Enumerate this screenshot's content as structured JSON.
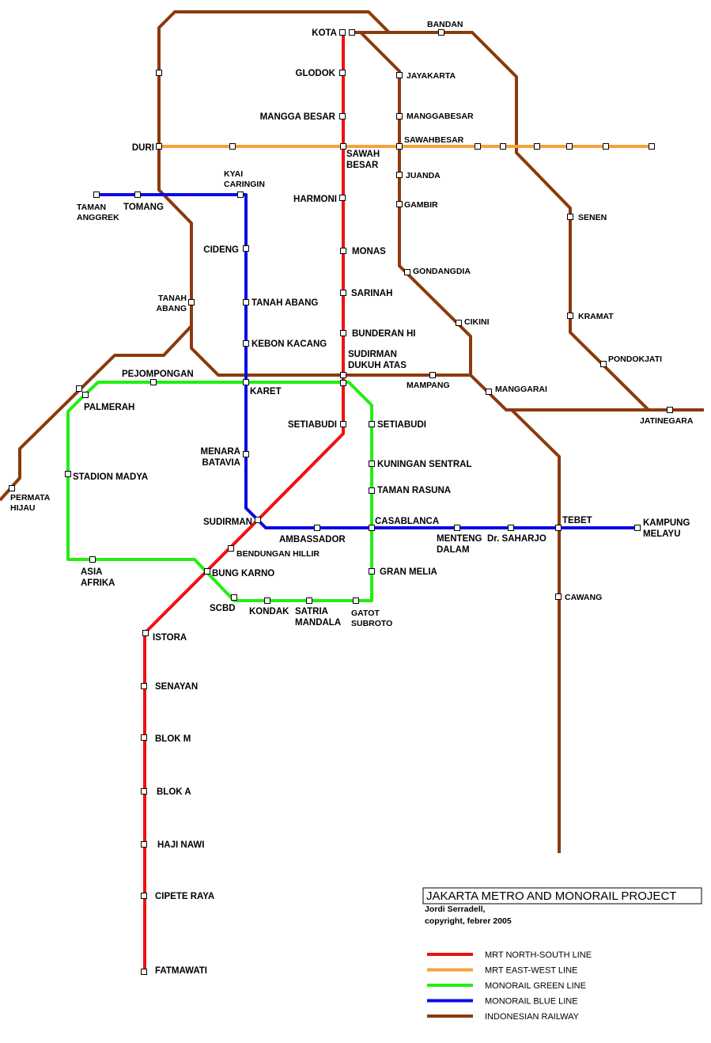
{
  "title": "JAKARTA METRO AND MONORAIL PROJECT",
  "credit_lines": [
    "Jordi Serradell,",
    "copyright, febrer 2005"
  ],
  "colors": {
    "mrt_ns": "#ee1111",
    "mrt_ew": "#f7a23a",
    "mono_green": "#22ee11",
    "mono_blue": "#0a0ae6",
    "railway": "#8b3a0c"
  },
  "legend": [
    {
      "key": "mrt_ns",
      "label": "MRT NORTH-SOUTH LINE"
    },
    {
      "key": "mrt_ew",
      "label": "MRT EAST-WEST LINE"
    },
    {
      "key": "mono_green",
      "label": "MONORAIL GREEN LINE"
    },
    {
      "key": "mono_blue",
      "label": "MONORAIL BLUE LINE"
    },
    {
      "key": "railway",
      "label": "INDONESIAN RAILWAY"
    }
  ],
  "stations": {
    "kota": [
      "KOTA"
    ],
    "bandan": [
      "BANDAN"
    ],
    "glodok": [
      "GLODOK"
    ],
    "jayakarta": [
      "JAYAKARTA"
    ],
    "mangga_besar": [
      "MANGGA BESAR"
    ],
    "manggabesar": [
      "MANGGABESAR"
    ],
    "duri": [
      "DURI"
    ],
    "sawahbesar": [
      "SAWAHBESAR"
    ],
    "sawah_besar": [
      "SAWAH",
      "BESAR"
    ],
    "kyai_caringin": [
      "KYAI",
      "CARINGIN"
    ],
    "juanda": [
      "JUANDA"
    ],
    "harmoni": [
      "HARMONI"
    ],
    "taman_anggrek": [
      "TAMAN",
      "ANGGREK"
    ],
    "tomang": [
      "TOMANG"
    ],
    "gambir": [
      "GAMBIR"
    ],
    "senen": [
      "SENEN"
    ],
    "cideng": [
      "CIDENG"
    ],
    "monas": [
      "MONAS"
    ],
    "gondangdia": [
      "GONDANGDIA"
    ],
    "sarinah": [
      "SARINAH"
    ],
    "tanah_abang_rail": [
      "TANAH",
      "ABANG"
    ],
    "tanah_abang": [
      "TANAH ABANG"
    ],
    "kramat": [
      "KRAMAT"
    ],
    "cikini": [
      "CIKINI"
    ],
    "bunderan_hi": [
      "BUNDERAN HI"
    ],
    "kebon_kacang": [
      "KEBON KACANG"
    ],
    "sudirman_dukuh_atas": [
      "SUDIRMAN",
      "DUKUH ATAS"
    ],
    "pondokjati": [
      "PONDOKJATI"
    ],
    "pejompongan": [
      "PEJOMPONGAN"
    ],
    "mampang": [
      "MAMPANG"
    ],
    "karet": [
      "KARET"
    ],
    "manggarai": [
      "MANGGARAI"
    ],
    "palmerah": [
      "PALMERAH"
    ],
    "jatinegara": [
      "JATINEGARA"
    ],
    "setiabudi_mrt": [
      "SETIABUDI"
    ],
    "setiabudi_mono": [
      "SETIABUDI"
    ],
    "menara_batavia": [
      "MENARA",
      "BATAVIA"
    ],
    "kuningan_sentral": [
      "KUNINGAN SENTRAL"
    ],
    "stadion_madya": [
      "STADION MADYA"
    ],
    "taman_rasuna": [
      "TAMAN RASUNA"
    ],
    "permata_hijau": [
      "PERMATA",
      "HIJAU"
    ],
    "sudirman": [
      "SUDIRMAN"
    ],
    "casablanca": [
      "CASABLANCA"
    ],
    "tebet": [
      "TEBET"
    ],
    "kampung_melayu": [
      "KAMPUNG",
      "MELAYU"
    ],
    "ambassador": [
      "AMBASSADOR"
    ],
    "menteng_dalam": [
      "MENTENG",
      "DALAM"
    ],
    "dr_saharjo": [
      "Dr. SAHARJO"
    ],
    "bendungan_hillir": [
      "BENDUNGAN HILLIR"
    ],
    "asia_afrika": [
      "ASIA",
      "AFRIKA"
    ],
    "bung_karno": [
      "BUNG KARNO"
    ],
    "gran_melia": [
      "GRAN MELIA"
    ],
    "cawang": [
      "CAWANG"
    ],
    "scbd": [
      "SCBD"
    ],
    "kondak": [
      "KONDAK"
    ],
    "satria_mandala": [
      "SATRIA",
      "MANDALA"
    ],
    "gatot_subroto": [
      "GATOT",
      "SUBROTO"
    ],
    "istora": [
      "ISTORA"
    ],
    "senayan": [
      "SENAYAN"
    ],
    "blok_m": [
      "BLOK M"
    ],
    "blok_a": [
      "BLOK A"
    ],
    "haji_nawi": [
      "HAJI NAWI"
    ],
    "cipete_raya": [
      "CIPETE RAYA"
    ],
    "fatmawati": [
      "FATMAWATI"
    ]
  }
}
